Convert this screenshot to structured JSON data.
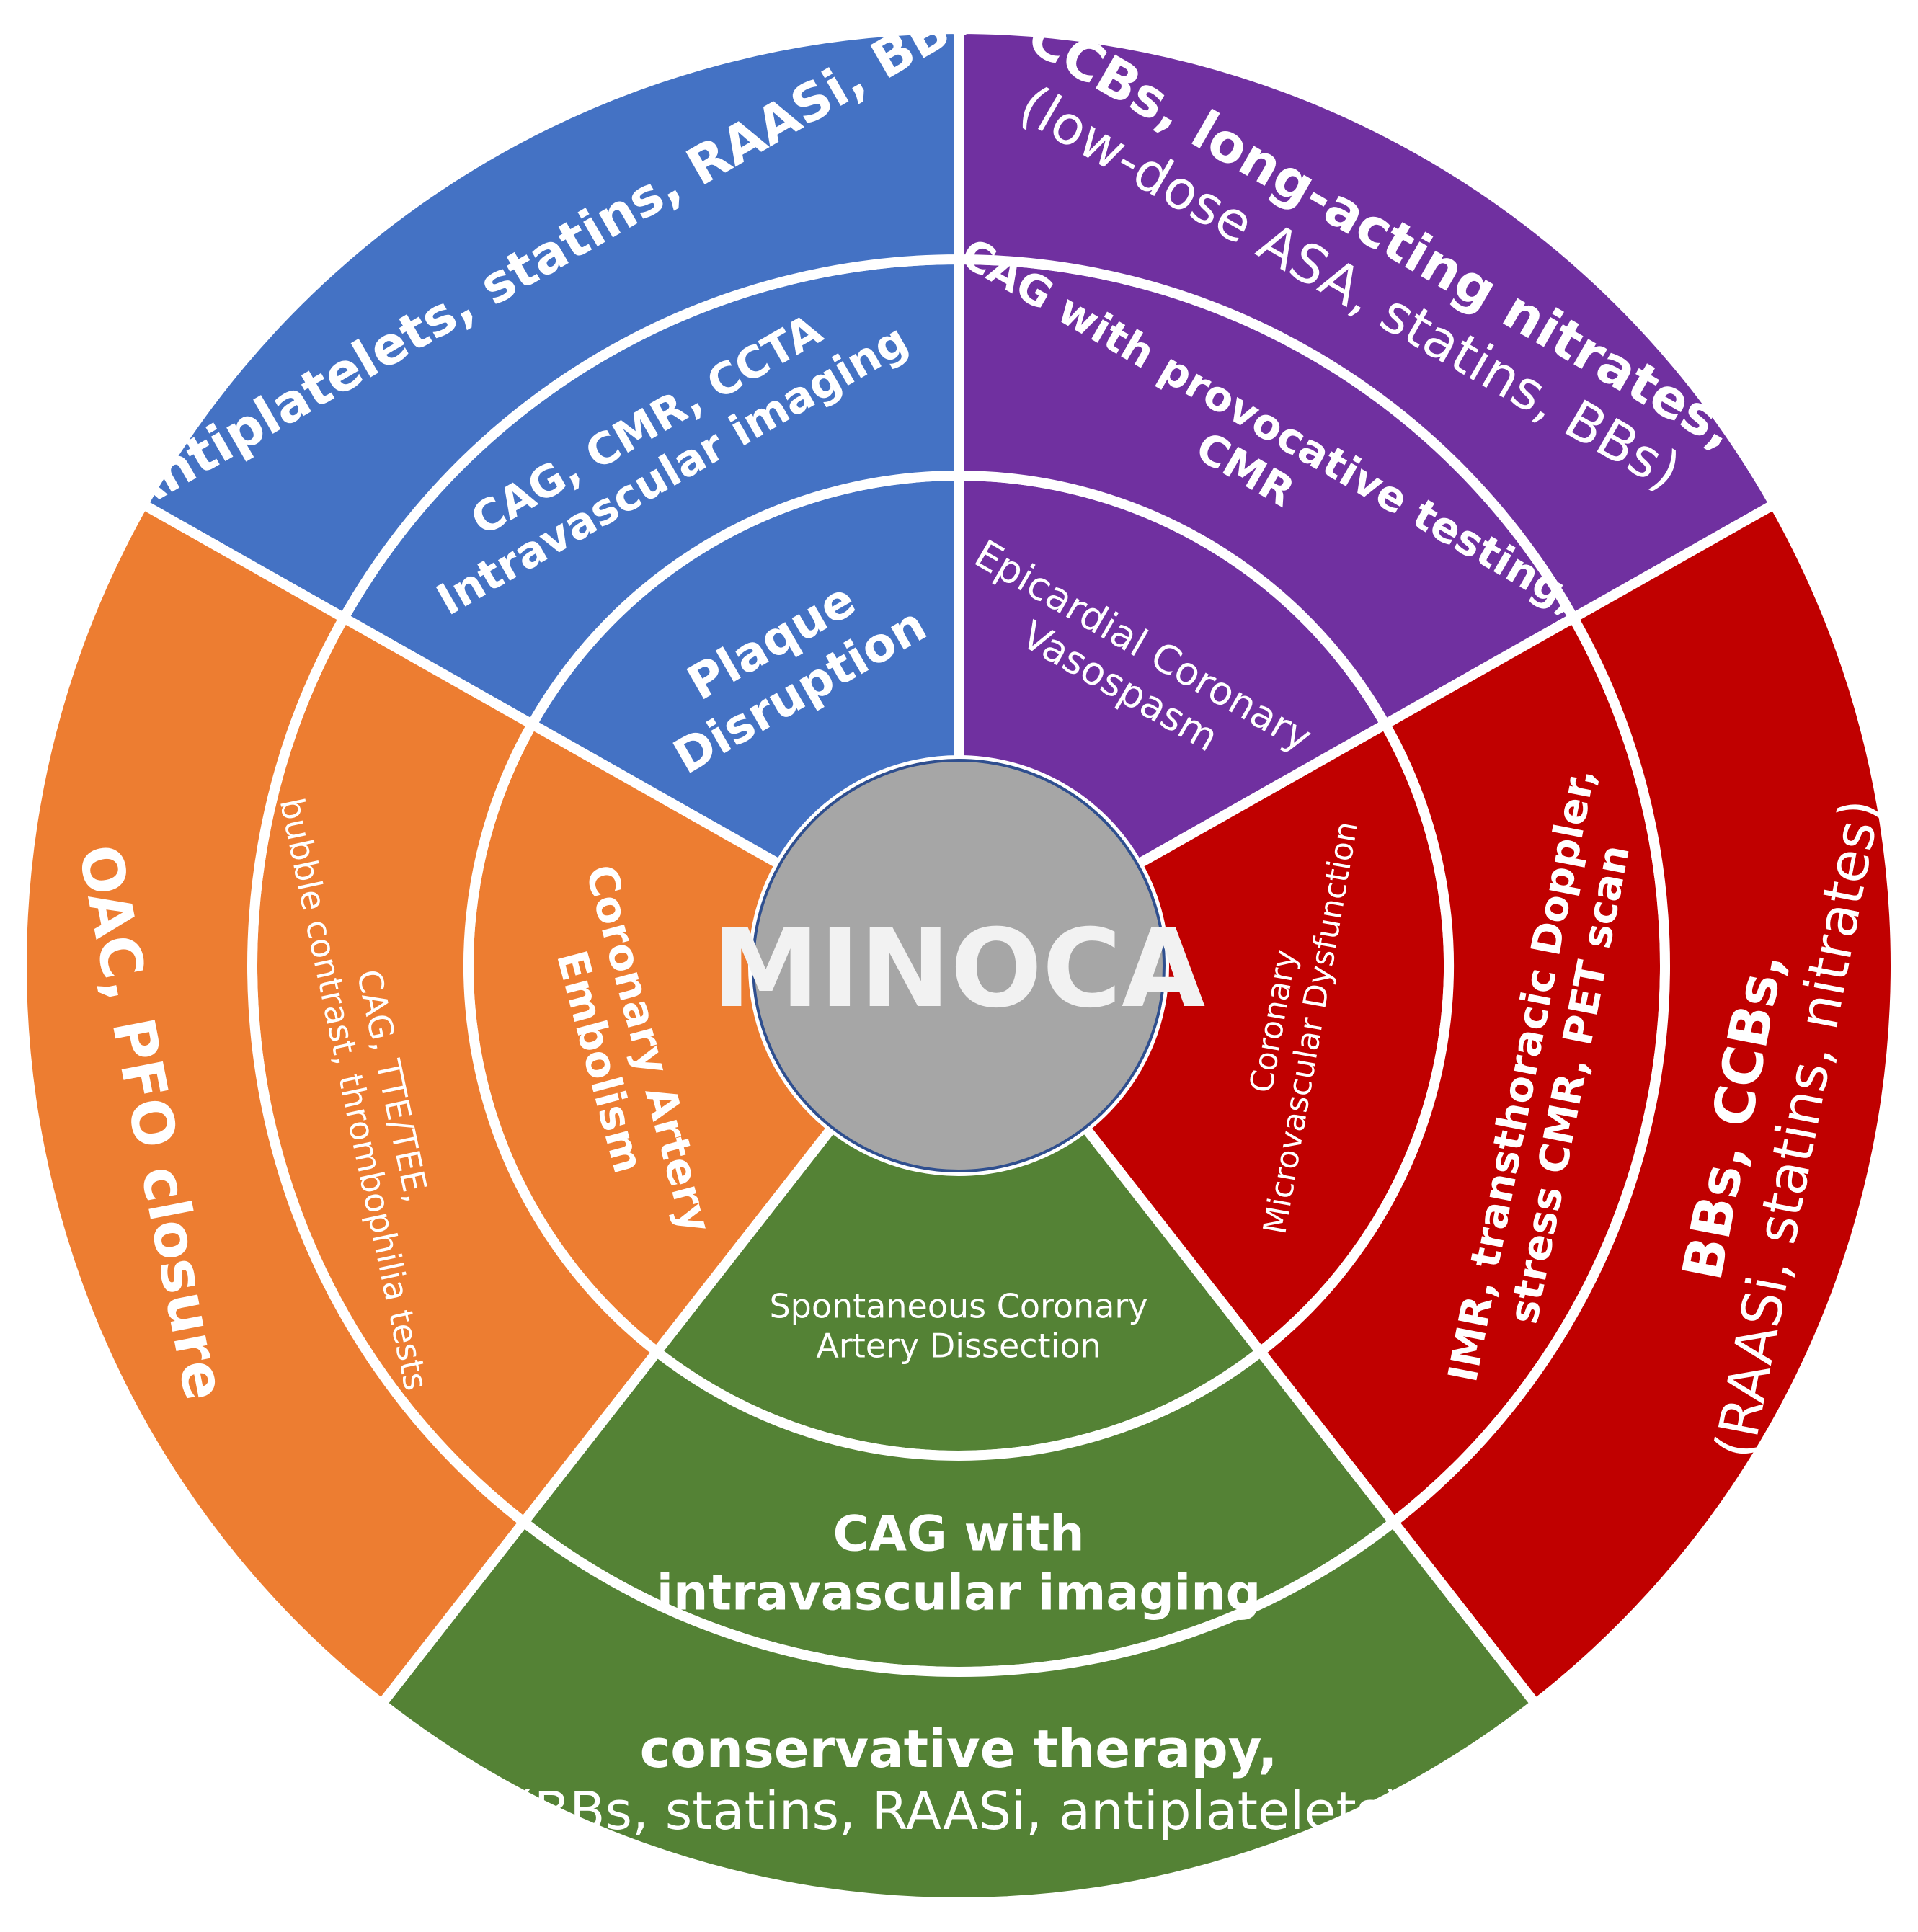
{
  "center": {
    "label": "MINOCA",
    "color": "#a6a6a6"
  },
  "sectors": [
    {
      "id": "plaque",
      "color": "#4472c4",
      "inner": {
        "lines": [
          "Plaque",
          "Disruption"
        ],
        "bold": true
      },
      "middle": {
        "lines": [
          "CAG, CMR, CCTA",
          "Intravascular imaging"
        ],
        "bold": true
      },
      "outer": {
        "lines": [
          "Antiplatelets, statins, RAASi, BBs"
        ],
        "bold": true
      }
    },
    {
      "id": "vasospasm",
      "color": "#7030a0",
      "inner": {
        "lines": [
          "Epicardial Coronary",
          "Vasospasm"
        ],
        "bold": false
      },
      "middle": {
        "lines": [
          "CAG with provocative testing,",
          "CMR"
        ],
        "bold": true
      },
      "outer": {
        "lines": [
          "CCBs, long-acting nitrates,",
          "(low-dose ASA, statins, BBs)"
        ],
        "bold": true
      }
    },
    {
      "id": "microvascular",
      "color": "#c00000",
      "inner": {
        "lines": [
          "Coronary",
          "Microvascular Dysfunction"
        ],
        "bold": false
      },
      "middle": {
        "lines": [
          "IMR, transthoracic Doppler,",
          "stress CMR, PET scan"
        ],
        "bold": true
      },
      "outer": {
        "lines": [
          "BBs, CCBs,",
          "(RAASi, statins, nitrates)"
        ],
        "bold": true
      }
    },
    {
      "id": "dissection",
      "color": "#548235",
      "inner": {
        "lines": [
          "Spontaneous Coronary",
          "Artery Dissection"
        ],
        "bold": false
      },
      "middle": {
        "lines": [
          "CAG with",
          "intravascular imaging"
        ],
        "bold": true
      },
      "outer": {
        "lines": [
          "conservative therapy,",
          "(BBs, statins, RAASi, antiplatelets)"
        ],
        "bold": true
      }
    },
    {
      "id": "embolism",
      "color": "#ed7d31",
      "inner": {
        "lines": [
          "Coronary Artery",
          "Embolism"
        ],
        "bold": true
      },
      "middle": {
        "lines": [
          "CAG, TTE/TEE,",
          "bubble contrast, thrombophilia tests"
        ],
        "bold": false
      },
      "outer": {
        "lines": [
          "OAC, PFO closure"
        ],
        "bold": true
      }
    }
  ]
}
